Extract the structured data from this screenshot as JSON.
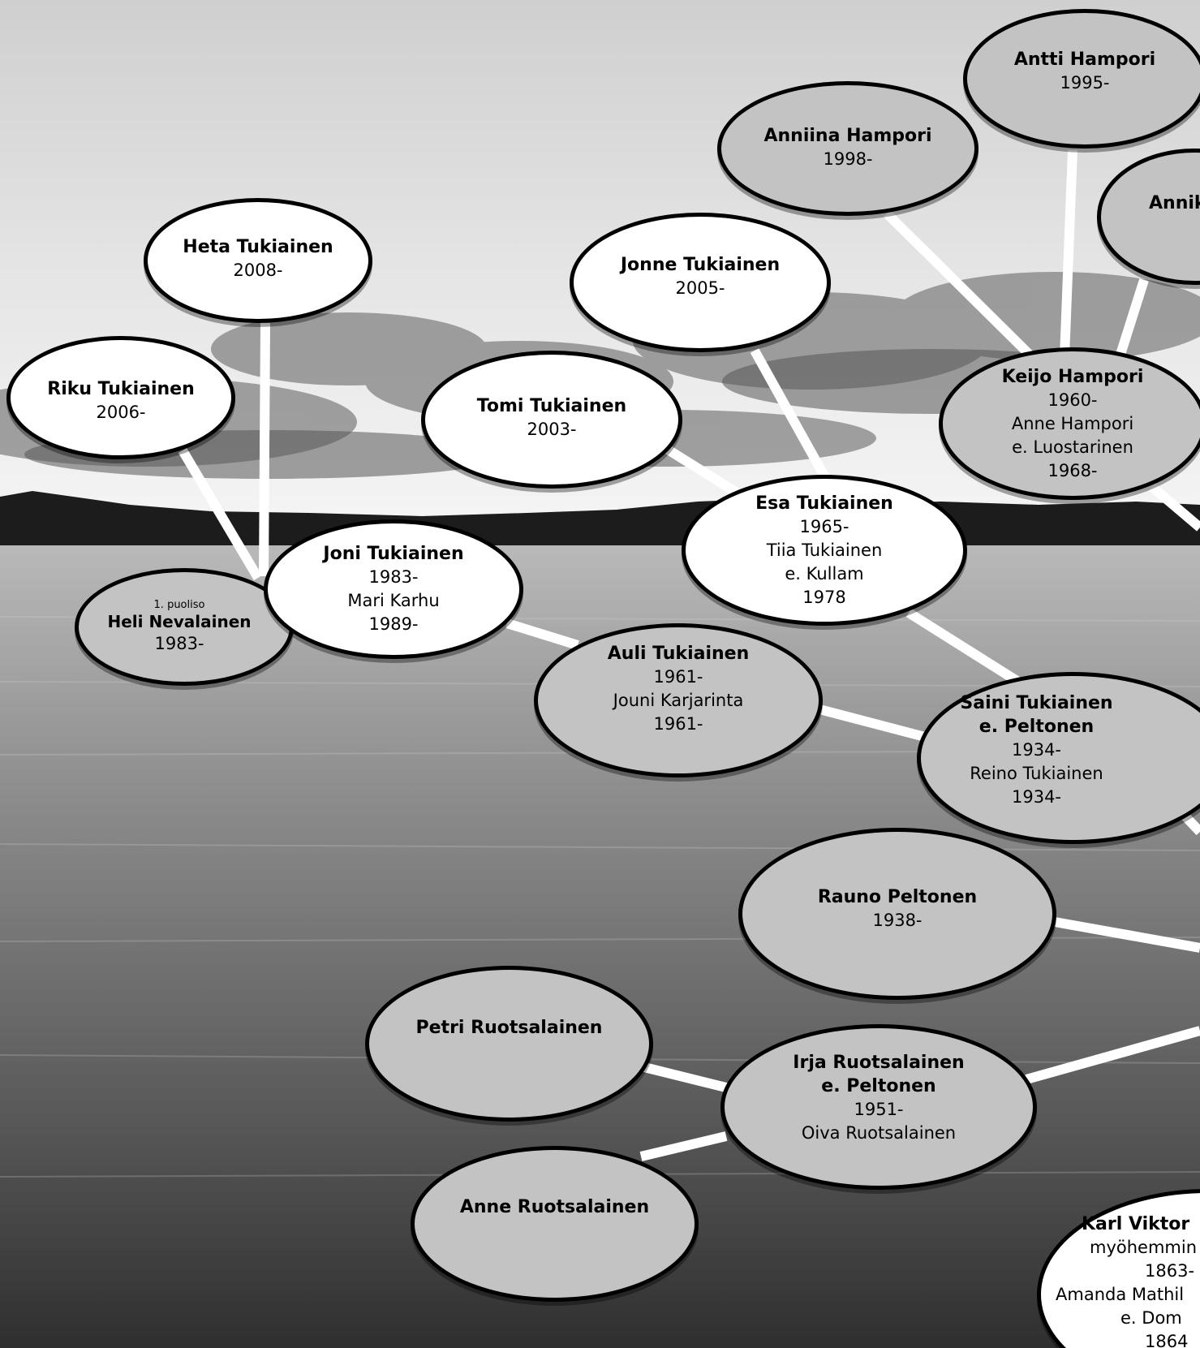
{
  "colors": {
    "white_node": "#ffffff",
    "grey_node": "#c3c3c3",
    "border": "#000000",
    "connector": "#ffffff"
  },
  "nodes": {
    "antti": {
      "name": "Antti Hampori",
      "born": "1995-"
    },
    "anniina": {
      "name": "Anniina Hampori",
      "born": "1998-"
    },
    "annik": {
      "name": "Annik"
    },
    "heta": {
      "name": "Heta Tukiainen",
      "born": "2008-"
    },
    "jonne": {
      "name": "Jonne Tukiainen",
      "born": "2005-"
    },
    "riku": {
      "name": "Riku Tukiainen",
      "born": "2006-"
    },
    "tomi": {
      "name": "Tomi Tukiainen",
      "born": "2003-"
    },
    "keijo": {
      "name": "Keijo Hampori",
      "born": "1960-",
      "spouse": "Anne Hampori",
      "spouse_maiden": "e. Luostarinen",
      "spouse_born": "1968-"
    },
    "esa": {
      "name": "Esa Tukiainen",
      "born": "1965-",
      "spouse": "Tiia Tukiainen",
      "spouse_maiden": "e. Kullam",
      "spouse_born": "1978"
    },
    "joni": {
      "name": "Joni Tukiainen",
      "born": "1983-",
      "spouse": "Mari Karhu",
      "spouse_born": "1989-"
    },
    "heli": {
      "note": "1. puoliso",
      "name": "Heli Nevalainen",
      "born": "1983-"
    },
    "auli": {
      "name": "Auli Tukiainen",
      "born": "1961-",
      "spouse": "Jouni Karjarinta",
      "spouse_born": "1961-"
    },
    "saini": {
      "name": "Saini Tukiainen",
      "maiden": "e. Peltonen",
      "born": "1934-",
      "spouse": "Reino Tukiainen",
      "spouse_born": "1934-"
    },
    "rauno": {
      "name": "Rauno Peltonen",
      "born": "1938-"
    },
    "petri": {
      "name": "Petri Ruotsalainen"
    },
    "irja": {
      "name": "Irja Ruotsalainen",
      "maiden": "e. Peltonen",
      "born": "1951-",
      "spouse": "Oiva Ruotsalainen"
    },
    "anne": {
      "name": "Anne Ruotsalainen"
    },
    "karl": {
      "name": "Karl Viktor",
      "line2": "myöhemmin",
      "born": "1863-",
      "spouse": "Amanda Mathil",
      "spouse_maiden": "e. Dom",
      "spouse_born": "1864"
    }
  }
}
